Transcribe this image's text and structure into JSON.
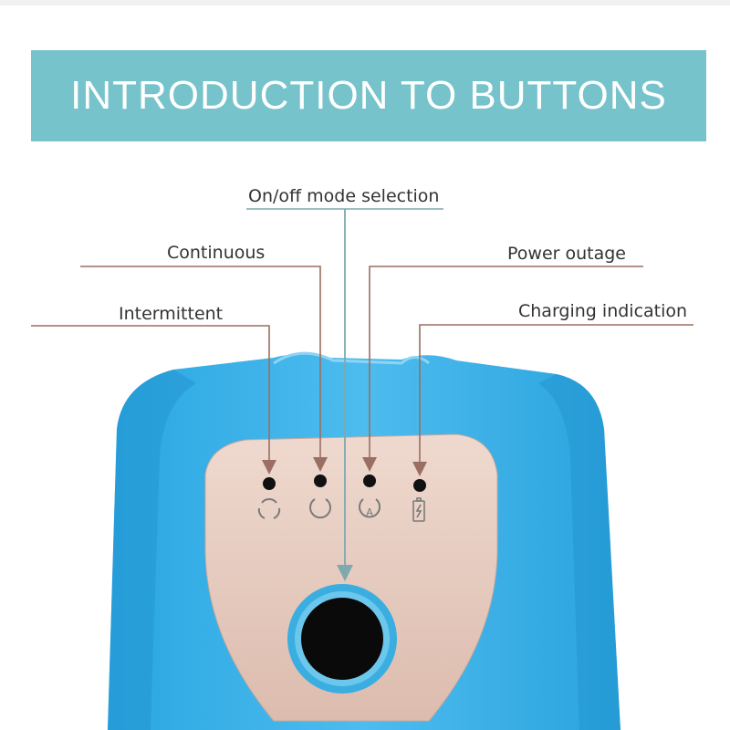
{
  "banner": {
    "title": "INTRODUCTION TO BUTTONS"
  },
  "callouts": {
    "mode_selection": "On/off mode selection",
    "continuous": "Continuous",
    "intermittent": "Intermittent",
    "power_outage": "Power outage",
    "charging": "Charging indication"
  },
  "indicators": {
    "auto_label": "A"
  },
  "colors": {
    "banner": "#76c3cc",
    "device_body": "#3eb1e8",
    "panel": "#e8cfc3",
    "leader_line": "#9a6e62",
    "arrow_line": "#7fa9ad"
  }
}
